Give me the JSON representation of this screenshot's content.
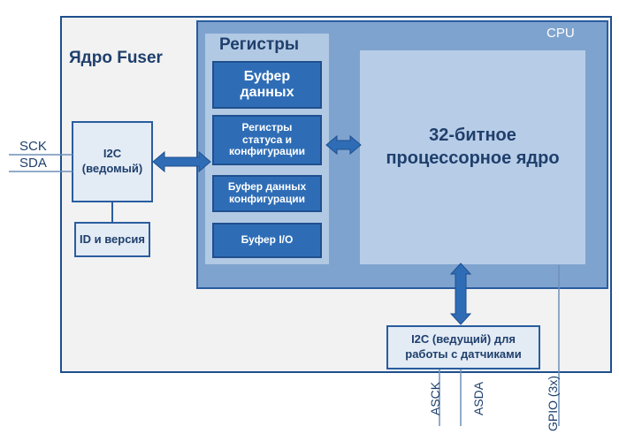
{
  "diagram": {
    "title": "Ядро Fuser",
    "cpu_label": "CPU",
    "registers_title": "Регистры",
    "data_buffer": "Буфер\nданных",
    "status_config_registers": "Регистры\nстатуса и\nконфигурации",
    "config_data_buffer": "Буфер данных\nконфигурации",
    "io_buffer": "Буфер  I/O",
    "core": "32-битное\nпроцессорное ядро",
    "i2c_slave": "I2C\n(ведомый)",
    "id_version": "ID и версия",
    "i2c_master": "I2C (ведущий) для\nработы с датчиками",
    "pins": {
      "sck": "SCK",
      "sda": "SDA",
      "asck": "ASCK",
      "asda": "ASDA",
      "gpio": "GPIO (3x)"
    }
  },
  "colors": {
    "frame": "#1f4f8e",
    "cpu_fill": "#7fa3cf",
    "register_fill": "#2e6db6",
    "core_fill": "#b7cde7",
    "arrow_fill": "#2e6db6",
    "text": "#1f3f6c"
  }
}
